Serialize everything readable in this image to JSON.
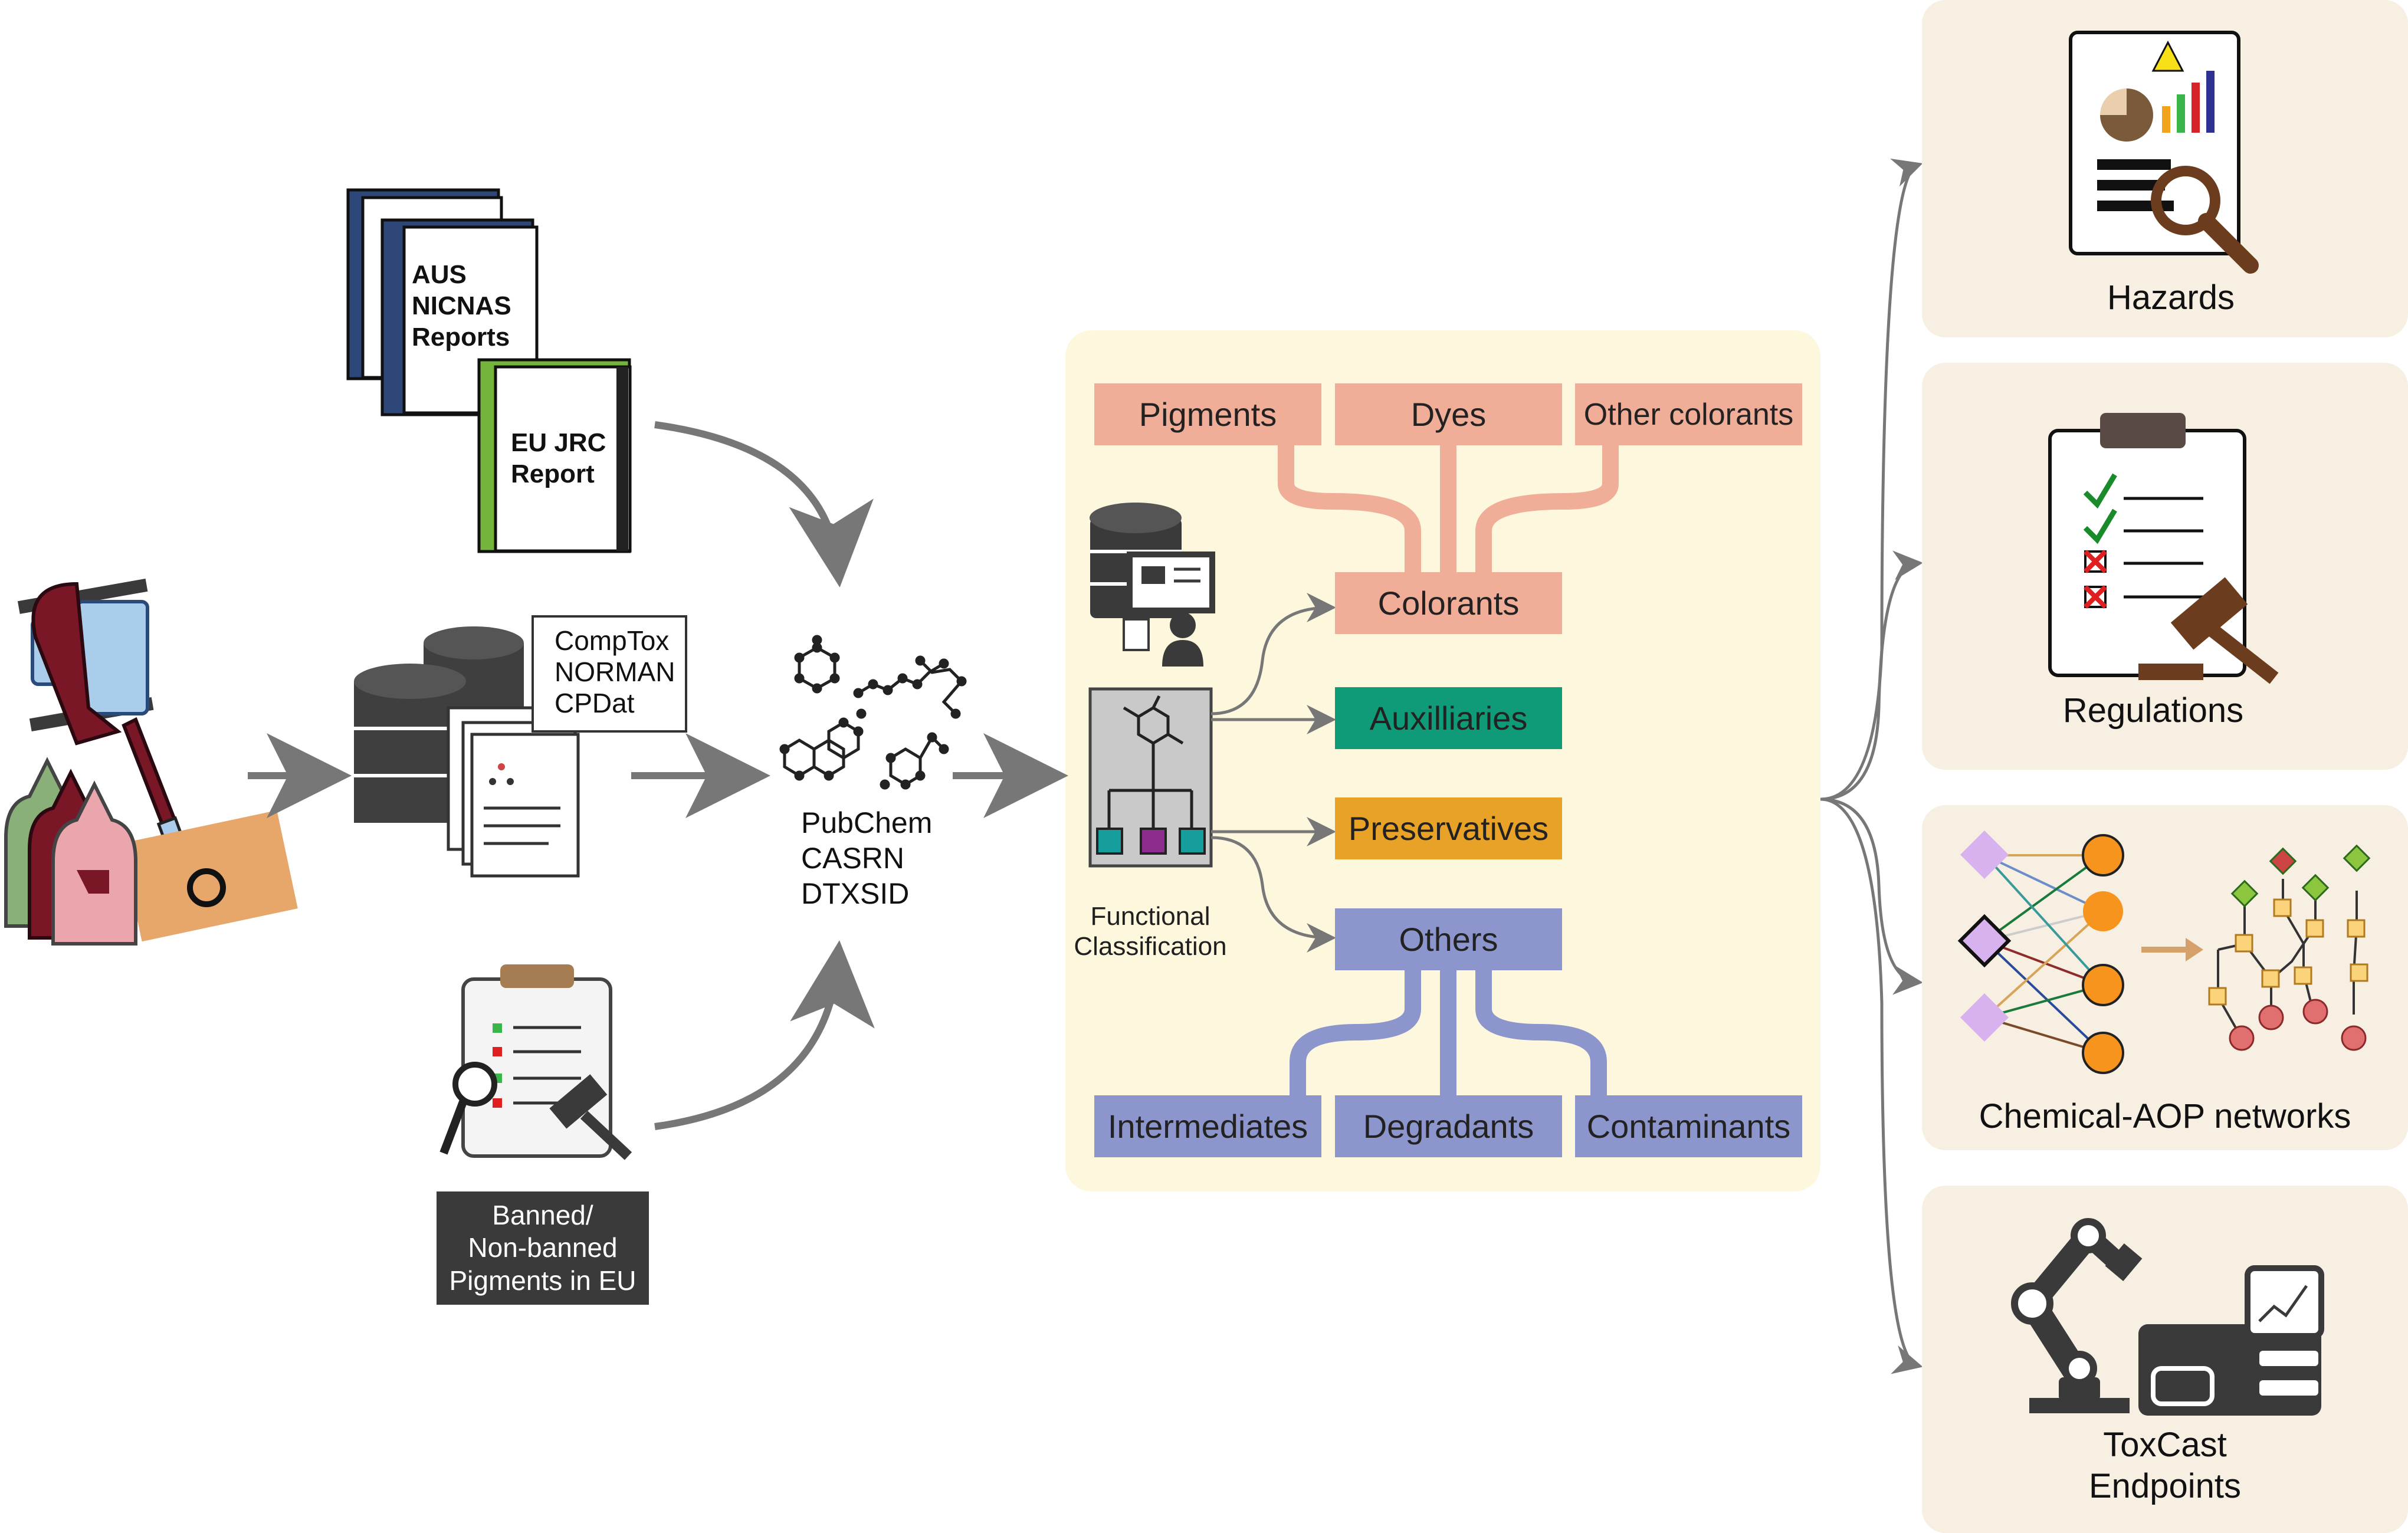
{
  "colors": {
    "salmon": "#f0ad98",
    "green": "#0f9b78",
    "orange": "#e8a227",
    "purple": "#8c96cc",
    "panel_yellow": "#fdf7de",
    "panel_beige": "#f6efe2",
    "arrow_gray": "#777777",
    "dark": "#3a3a3a"
  },
  "sources": {
    "book_aus": "AUS\nNICNAS\nReports",
    "book_eu": "EU JRC\nReport",
    "databases": "CompTox\nNORMAN\nCPDat",
    "banned": "Banned/\nNon-banned\nPigments in EU"
  },
  "identifiers": "PubChem\nCASRN\nDTXSID",
  "classification": {
    "functional_label": "Functional\nClassification",
    "top_categories": [
      "Pigments",
      "Dyes",
      "Other colorants"
    ],
    "colorants": "Colorants",
    "auxilliaries": "Auxilliaries",
    "preservatives": "Preservatives",
    "others": "Others",
    "bottom_categories": [
      "Intermediates",
      "Degradants",
      "Contaminants"
    ]
  },
  "outputs": {
    "hazards": "Hazards",
    "regulations": "Regulations",
    "aop": "Chemical-AOP networks",
    "toxcast": "ToxCast\nEndpoints"
  },
  "icons": [
    "tattoo-machine-icon",
    "ink-bottle-icon",
    "book-icon",
    "database-icon",
    "document-icon",
    "clipboard-icon",
    "gavel-icon",
    "magnifier-icon",
    "molecule-icon",
    "computer-user-icon",
    "hierarchy-icon",
    "report-chart-icon",
    "checklist-icon",
    "network-icon",
    "robot-arm-icon",
    "lab-instrument-icon"
  ]
}
